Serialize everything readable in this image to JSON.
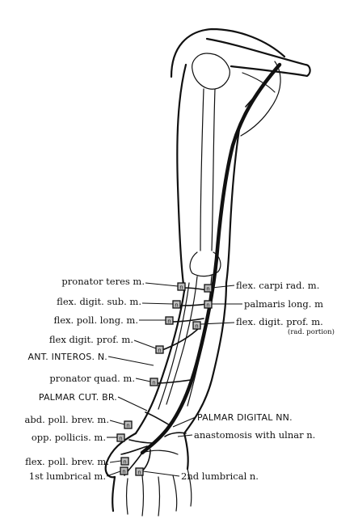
{
  "labels": {
    "pronator_teres": "pronator teres m.",
    "flex_carpi_rad": "flex. carpi rad. m.",
    "flex_digit_sub": "flex. digit. sub. m.",
    "palmaris_long": "palmaris long. m",
    "flex_poll_long": "flex. poll. long. m.",
    "flex_digit_prof_rad": "flex. digit. prof. m.",
    "rad_portion": "(rad. portion)",
    "flex_digit_prof": "flex digit. prof. m.",
    "ant_interos": "ANT. INTEROS. N.",
    "pronator_quad": "pronator quad. m.",
    "palmar_cut": "PALMAR CUT. BR.",
    "palmar_digital": "PALMAR DIGITAL NN.",
    "abd_poll_brev": "abd. poll. brev. m.",
    "opp_pollicis": "opp. pollicis. m.",
    "anastomosis": "anastomosis with ulnar n.",
    "flex_poll_brev": "flex. poll. brev. m.",
    "lumbrical_1": "1st lumbrical m.",
    "lumbrical_2": "2nd lumbrical n."
  },
  "marker_symbol": "n"
}
